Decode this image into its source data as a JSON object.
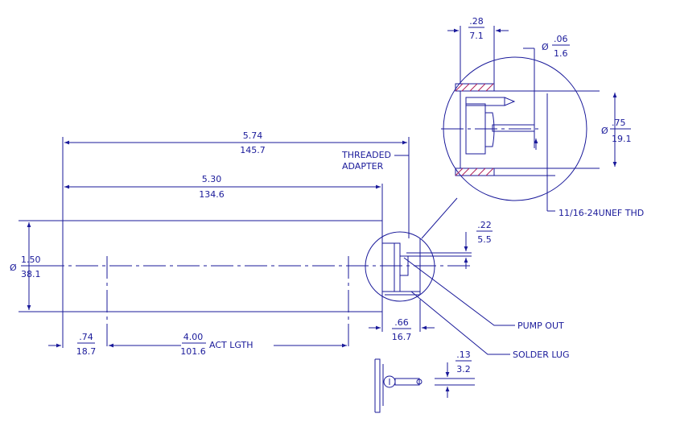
{
  "dimensions": {
    "overall_in": "5.74",
    "overall_mm": "145.7",
    "body_in": "5.30",
    "body_mm": "134.6",
    "dia_prefix": "Ø",
    "dia_in": "1.50",
    "dia_mm": "38.1",
    "end_in": ".74",
    "end_mm": "18.7",
    "act_in": "4.00",
    "act_mm": "101.6",
    "act_label": "ACT LGTH",
    "adapter_in": ".66",
    "adapter_mm": "16.7",
    "pump_in": ".22",
    "pump_mm": "5.5",
    "detail_top_in": ".28",
    "detail_top_mm": "7.1",
    "pin_dia_in": ".06",
    "pin_dia_mm": "1.6",
    "head_dia_in": ".75",
    "head_dia_mm": "19.1",
    "lug_in": ".13",
    "lug_mm": "3.2"
  },
  "labels": {
    "threaded_line1": "THREADED",
    "threaded_line2": "ADAPTER",
    "thread_spec": "11/16-24UNEF THD",
    "pump_out": "PUMP OUT",
    "solder_lug": "SOLDER LUG"
  },
  "colors": {
    "line": "#1a1a9a",
    "hatch": "#b0205a",
    "background": "#ffffff"
  }
}
